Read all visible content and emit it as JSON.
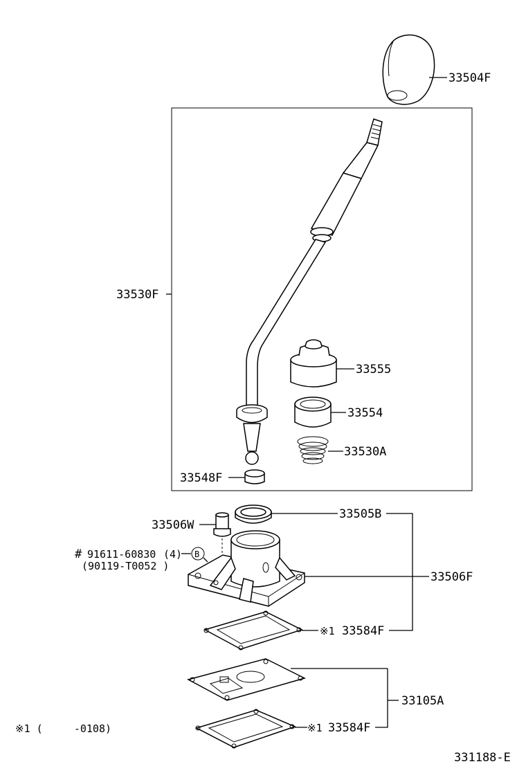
{
  "diagram": {
    "labels": {
      "knob": "33504F",
      "lever_assy": "33530F",
      "boot_upper": "33555",
      "seat": "33554",
      "spring": "33530A",
      "bushing": "33548F",
      "plug": "33506W",
      "seal": "33505B",
      "bolt_part": "91611-60830",
      "bolt_qty": "(4)",
      "bolt_alt": "(90119-T0052 )",
      "bolt_mark": "#",
      "ref_b": "B",
      "housing": "33506F",
      "gasket_upper": "33584F",
      "gasket_upper_mark": "※1",
      "plate": "33105A",
      "gasket_lower": "33584F",
      "gasket_lower_mark": "※1",
      "footnote": "※1 (     -0108)",
      "figure_id": "331188-E"
    }
  }
}
